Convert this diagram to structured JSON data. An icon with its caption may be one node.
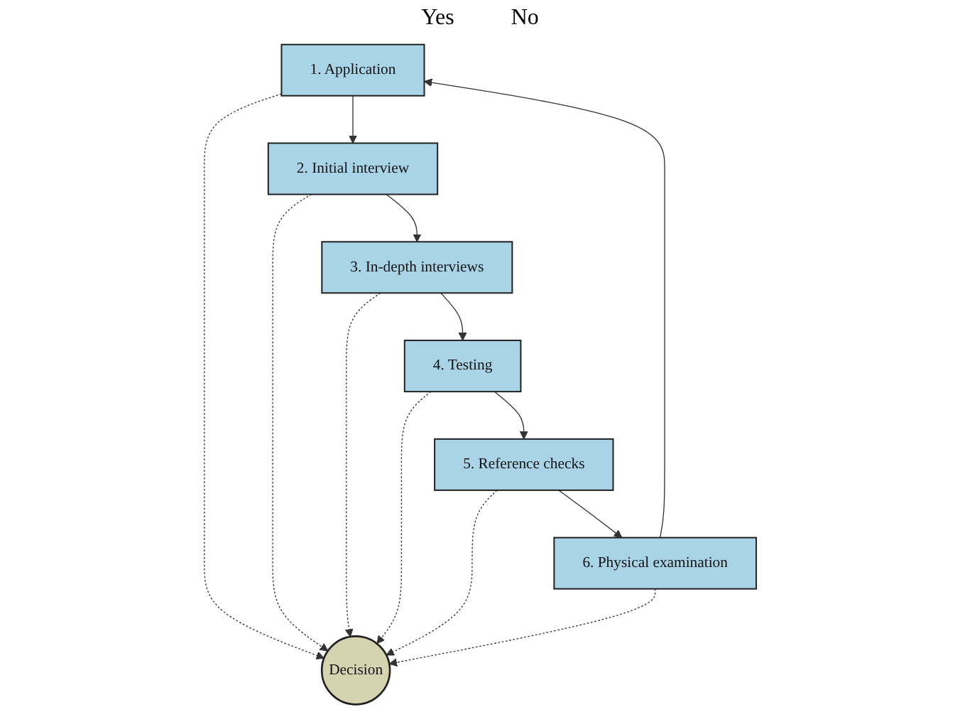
{
  "diagram": {
    "nodes": [
      {
        "text": [
          "1. Application"
        ]
      },
      {
        "text": [
          "2. Initial interview"
        ]
      },
      {
        "text": [
          "3. In-depth interviews"
        ]
      },
      {
        "text": [
          "4. Testing"
        ]
      },
      {
        "text": [
          "5. Reference checks"
        ]
      },
      {
        "text": [
          "6. Physical examination"
        ]
      },
      {
        "text": [
          "Decision"
        ]
      }
    ],
    "edges": [
      {
        "from": 0,
        "to": 1,
        "arrow": "to"
      },
      {
        "from": 1,
        "to": 2,
        "arrow": "to"
      },
      {
        "from": 2,
        "to": 3,
        "arrow": "to"
      },
      {
        "from": 3,
        "to": 4,
        "arrow": "to"
      },
      {
        "from": 4,
        "to": 5,
        "arrow": "to"
      },
      {
        "from": 5,
        "to": 0,
        "arrow": "to"
      },
      {
        "from": 0,
        "to": 6,
        "arrow": "to",
        "style": "dashed"
      },
      {
        "from": 1,
        "to": 6,
        "arrow": "to",
        "style": "dashed"
      },
      {
        "from": 2,
        "to": 6,
        "arrow": "to",
        "style": "dashed"
      },
      {
        "from": 3,
        "to": 6,
        "arrow": "to",
        "style": "dashed"
      },
      {
        "from": 4,
        "to": 6,
        "arrow": "to",
        "style": "dashed"
      },
      {
        "from": 5,
        "to": 6,
        "arrow": "to",
        "style": "dashed"
      }
    ],
    "labels": [
      "Yes",
      "No"
    ]
  }
}
